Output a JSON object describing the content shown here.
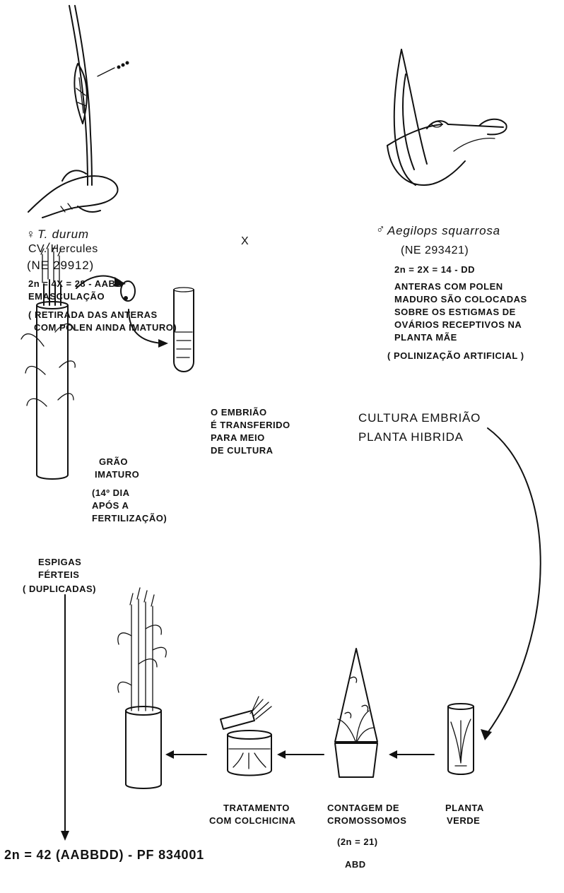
{
  "female": {
    "species": "T. durum",
    "cultivar": "CV. Hercules",
    "accession": "(NE 29912)",
    "genome": "2n = 4X = 28 - AABB",
    "step": "EMASCULAÇÃO",
    "note_1": "( RETIRADA DAS ANTERAS",
    "note_2": "COM POLEN AINDA IMATURO)"
  },
  "cross_symbol": "X",
  "male": {
    "species": "Aegilops squarrosa",
    "accession": "(NE 293421)",
    "genome": "2n = 2X = 14 - DD",
    "text_1": "ANTERAS COM POLEN",
    "text_2": "MADURO SÃO COLOCADAS",
    "text_3": "SOBRE OS ESTIGMAS DE",
    "text_4": "OVÁRIOS RECEPTIVOS NA",
    "text_5": "PLANTA MÃE",
    "text_6": "( POLINIZAÇÃO ARTIFICIAL )"
  },
  "embryo": {
    "line_1": "O EMBRIÃO",
    "line_2": "É TRANSFERIDO",
    "line_3": "PARA MEIO",
    "line_4": "DE CULTURA"
  },
  "grain": {
    "line_1": "GRÃO",
    "line_2": "IMATURO",
    "line_3": "(14º DIA",
    "line_4": "APÓS A",
    "line_5": "FERTILIZAÇÃO)"
  },
  "culture": {
    "line_1": "CULTURA EMBRIÃO",
    "line_2": "PLANTA HIBRIDA"
  },
  "fertile": {
    "line_1": "ESPIGAS",
    "line_2": "FÉRTEIS",
    "line_3": "( DUPLICADAS)"
  },
  "colchicine": {
    "line_1": "TRATAMENTO",
    "line_2": "COM COLCHICINA"
  },
  "chromosome": {
    "line_1": "CONTAGEM DE",
    "line_2": "CROMOSSOMOS",
    "line_3": "(2n = 21)",
    "line_4": "ABD"
  },
  "green": {
    "line_1": "PLANTA",
    "line_2": "VERDE"
  },
  "result": "2n = 42 (AABBDD) - PF 834001"
}
